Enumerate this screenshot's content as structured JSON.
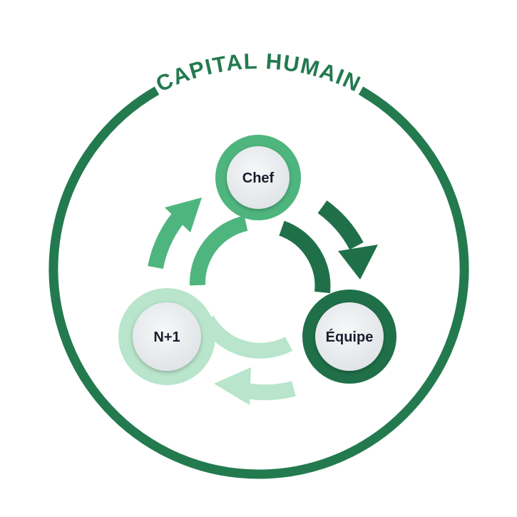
{
  "title": "CAPITAL HUMAIN",
  "nodes": {
    "chef": {
      "label": "Chef"
    },
    "equipe": {
      "label": "Équipe"
    },
    "n_plus_1": {
      "label": "N+1"
    }
  },
  "colors": {
    "outer_ring": "#237a4f",
    "chef": "#4fb57e",
    "equipe": "#1f7048",
    "n_plus_1": "#b8e5cc",
    "label_text": "#1c1c2e",
    "node_fill": "#eef1f3"
  },
  "icons": {
    "cycle_arrows": [
      "chef-to-equipe-arrow",
      "equipe-to-n1-arrow",
      "n1-to-chef-arrow"
    ]
  }
}
